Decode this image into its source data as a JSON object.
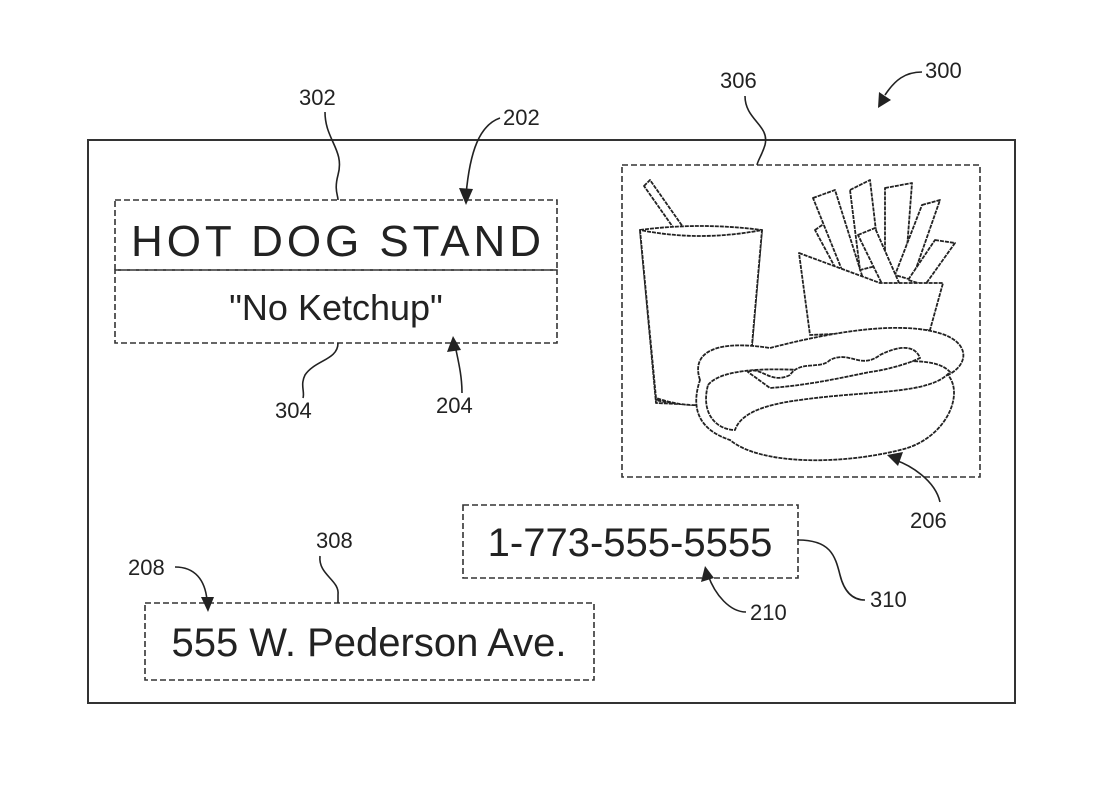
{
  "labels": {
    "title": "HOT DOG STAND",
    "subtitle": "\"No Ketchup\"",
    "phone": "1-773-555-5555",
    "address": "555 W. Pederson Ave."
  },
  "reference_numerals": {
    "figure": "300",
    "title_region": "302",
    "title_element": "202",
    "subtitle_region": "304",
    "subtitle_element": "204",
    "image_region": "306",
    "image_element": "206",
    "address_region": "308",
    "address_element": "208",
    "phone_element": "210",
    "phone_region": "310"
  }
}
